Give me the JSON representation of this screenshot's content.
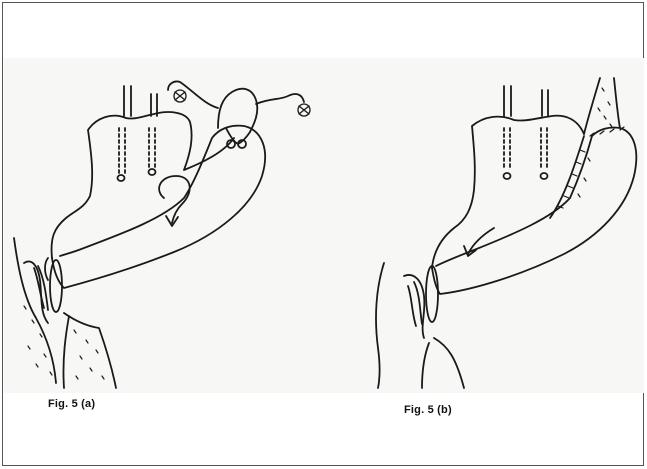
{
  "figures": [
    {
      "id": "a",
      "caption": "Fig. 5 (a)"
    },
    {
      "id": "b",
      "caption": "Fig. 5 (b)"
    }
  ],
  "colors": {
    "ink": "#1a1a1a",
    "paper": "#f7f7f5",
    "frame": "#555555"
  }
}
